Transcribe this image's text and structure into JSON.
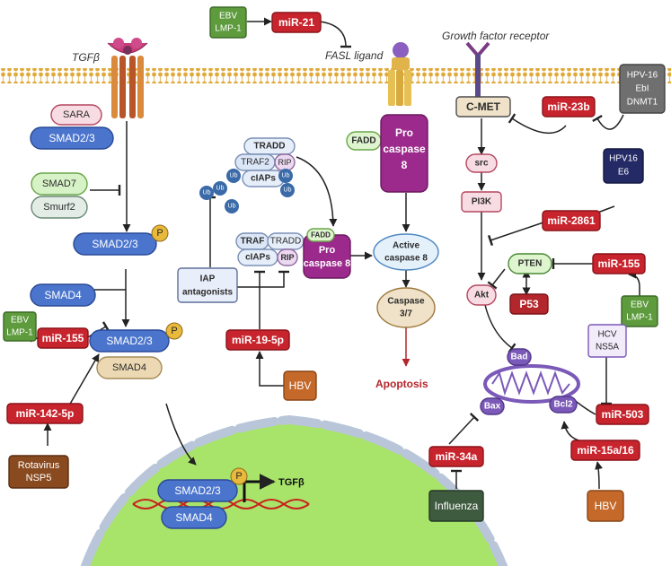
{
  "labels": {
    "tgfb": "TGFβ",
    "fasl": "FASL ligand",
    "gfr": "Growth factor receptor",
    "tgfb_gene": "TGFβ",
    "apoptosis": "Apoptosis",
    "phospho": "P"
  },
  "nodes": {
    "sara": "SARA",
    "smad23_a": "SMAD2/3",
    "smad7": "SMAD7",
    "smurf2": "Smurf2",
    "smad23_p": "SMAD2/3",
    "smad4_a": "SMAD4",
    "ebv_l1": "EBV",
    "ebv_l2": "LMP-1",
    "mir155_left": "miR-155",
    "smad23_c": "SMAD2/3",
    "smad4_c": "SMAD4",
    "mir142": "miR-142-5p",
    "rota_l1": "Rotavirus",
    "rota_l2": "NSP5",
    "smad23_n": "SMAD2/3",
    "smad4_n": "SMAD4",
    "ebv_top_l1": "EBV",
    "ebv_top_l2": "LMP-1",
    "mir21": "miR-21",
    "tradd_top": "TRADD",
    "traf2_top": "TRAF2",
    "rip_top": "RIP",
    "ciaps_top": "cIAPs",
    "ub": "Ub",
    "traf_b": "TRAF",
    "tradd_b": "TRADD",
    "ciaps_b": "cIAPs",
    "rip_b": "RIP",
    "fadd_small": "FADD",
    "pro_c8_l1": "Pro",
    "pro_c8_l2": "caspase 8",
    "iap_l1": "IAP",
    "iap_l2": "antagonists",
    "mir19": "miR-19-5p",
    "hbv_mid": "HBV",
    "fadd": "FADD",
    "pro_top_l1": "Pro",
    "pro_top_l2": "caspase",
    "pro_top_l3": "8",
    "active_l1": "Active",
    "active_l2": "caspase 8",
    "casp37_l1": "Caspase",
    "casp37_l2": "3/7",
    "cmet": "C-MET",
    "mir23b": "miR-23b",
    "hpv16_l1": "HPV-16",
    "hpv16_l2": "EbI",
    "hpv16_l3": "DNMT1",
    "src": "src",
    "pi3k": "PI3K",
    "hpv16e6_l1": "HPV16",
    "hpv16e6_l2": "E6",
    "mir2861": "miR-2861",
    "pten": "PTEN",
    "mir155_right": "miR-155",
    "akt": "Akt",
    "p53": "P53",
    "ebv_r_l1": "EBV",
    "ebv_r_l2": "LMP-1",
    "hcv_l1": "HCV",
    "hcv_l2": "NS5A",
    "bad": "Bad",
    "bax": "Bax",
    "bcl2": "Bcl2",
    "mir503": "miR-503",
    "mir34a": "miR-34a",
    "mir15a": "miR-15a/16",
    "influenza": "Influenza",
    "hbv_right": "HBV"
  }
}
